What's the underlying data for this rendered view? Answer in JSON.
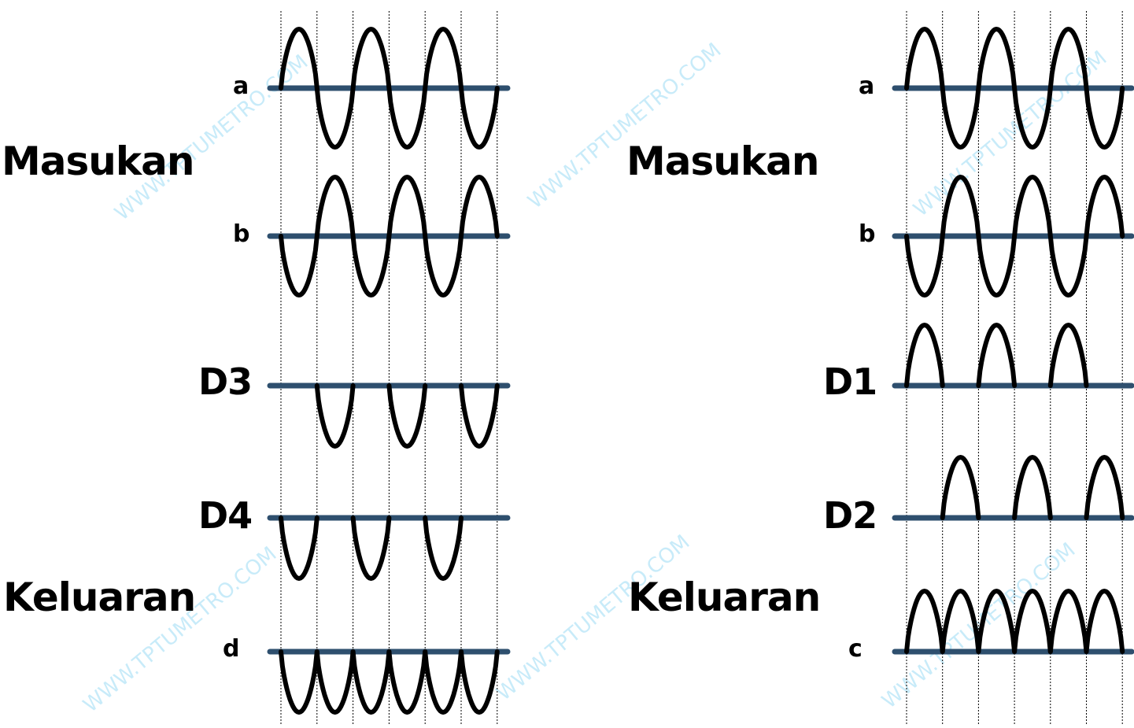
{
  "colors": {
    "axis": "#2e4f6e",
    "wave": "#000000",
    "grid": "#000000",
    "watermark": "#bfe8f8"
  },
  "left_panel": {
    "input_label": "Masukan",
    "output_label": "Keluaran",
    "signals": [
      {
        "id": "a",
        "label": "a",
        "type": "full-sine",
        "phase": "positive-first",
        "half_cycles": 6
      },
      {
        "id": "b",
        "label": "b",
        "type": "full-sine",
        "phase": "negative-first",
        "half_cycles": 6
      },
      {
        "id": "D3",
        "label": "D3",
        "type": "half-wave",
        "polarity": "negative",
        "active_half_cycles": [
          2,
          4,
          6
        ]
      },
      {
        "id": "D4",
        "label": "D4",
        "type": "half-wave",
        "polarity": "negative",
        "active_half_cycles": [
          1,
          3,
          5
        ]
      },
      {
        "id": "d",
        "label": "d",
        "type": "full-wave-rectified",
        "polarity": "negative",
        "active_half_cycles": [
          1,
          2,
          3,
          4,
          5,
          6
        ]
      }
    ]
  },
  "right_panel": {
    "input_label": "Masukan",
    "output_label": "Keluaran",
    "signals": [
      {
        "id": "a",
        "label": "a",
        "type": "full-sine",
        "phase": "positive-first",
        "half_cycles": 6
      },
      {
        "id": "b",
        "label": "b",
        "type": "full-sine",
        "phase": "negative-first",
        "half_cycles": 6
      },
      {
        "id": "D1",
        "label": "D1",
        "type": "half-wave",
        "polarity": "positive",
        "active_half_cycles": [
          1,
          3,
          5
        ]
      },
      {
        "id": "D2",
        "label": "D2",
        "type": "half-wave",
        "polarity": "positive",
        "active_half_cycles": [
          2,
          4,
          6
        ]
      },
      {
        "id": "c",
        "label": "c",
        "type": "full-wave-rectified",
        "polarity": "positive",
        "active_half_cycles": [
          1,
          2,
          3,
          4,
          5,
          6
        ]
      }
    ]
  },
  "watermark_text": "WWW.TPTUMETRO.COM"
}
